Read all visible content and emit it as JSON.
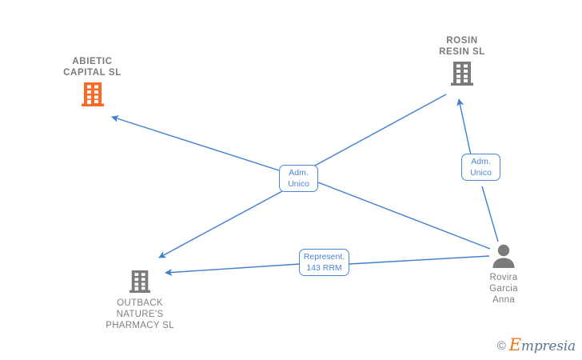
{
  "diagram": {
    "type": "company-relationship-graph",
    "background": "#ffffff",
    "edge_color": "#3f7fd0",
    "company_color_highlight": "#fc6a28",
    "company_color_default": "#7b7b7b",
    "person_color": "#7b7b7b",
    "label_color": "#808080",
    "relation_box_color": "#4a86d8"
  },
  "nodes": [
    {
      "id": "abietic",
      "name": "abietic-capital-sl",
      "label": "ABIETIC\nCAPITAL  SL",
      "icon": "building-icon",
      "kind": "company",
      "highlighted": true
    },
    {
      "id": "rosin",
      "name": "rosin-resin-sl",
      "label": "ROSIN\nRESIN  SL",
      "icon": "building-icon",
      "kind": "company",
      "highlighted": false
    },
    {
      "id": "outback",
      "name": "outback-natures-pharmacy-sl",
      "label": "OUTBACK\nNATURE'S\nPHARMACY SL",
      "icon": "building-icon",
      "kind": "company",
      "highlighted": false
    },
    {
      "id": "person",
      "name": "rovira-garcia-anna",
      "label": "Rovira\nGarcia\nAnna",
      "icon": "person-icon",
      "kind": "person",
      "highlighted": false
    }
  ],
  "relations": [
    {
      "id": "rel-adm-unico-center",
      "name": "relation-adm-unico-center",
      "label": "Adm.\nUnico",
      "from": "person",
      "to": [
        "abietic",
        "rosin",
        "outback"
      ]
    },
    {
      "id": "rel-adm-unico-right",
      "name": "relation-adm-unico-right",
      "label": "Adm.\nUnico",
      "from": "person",
      "to": [
        "rosin"
      ]
    },
    {
      "id": "rel-represent-143",
      "name": "relation-represent-143-rrm",
      "label": "Represent.\n143 RRM",
      "from": "person",
      "to": [
        "outback"
      ]
    }
  ],
  "watermark": {
    "copyright": "©",
    "brand_initial": "E",
    "brand_rest": "mpresia"
  }
}
